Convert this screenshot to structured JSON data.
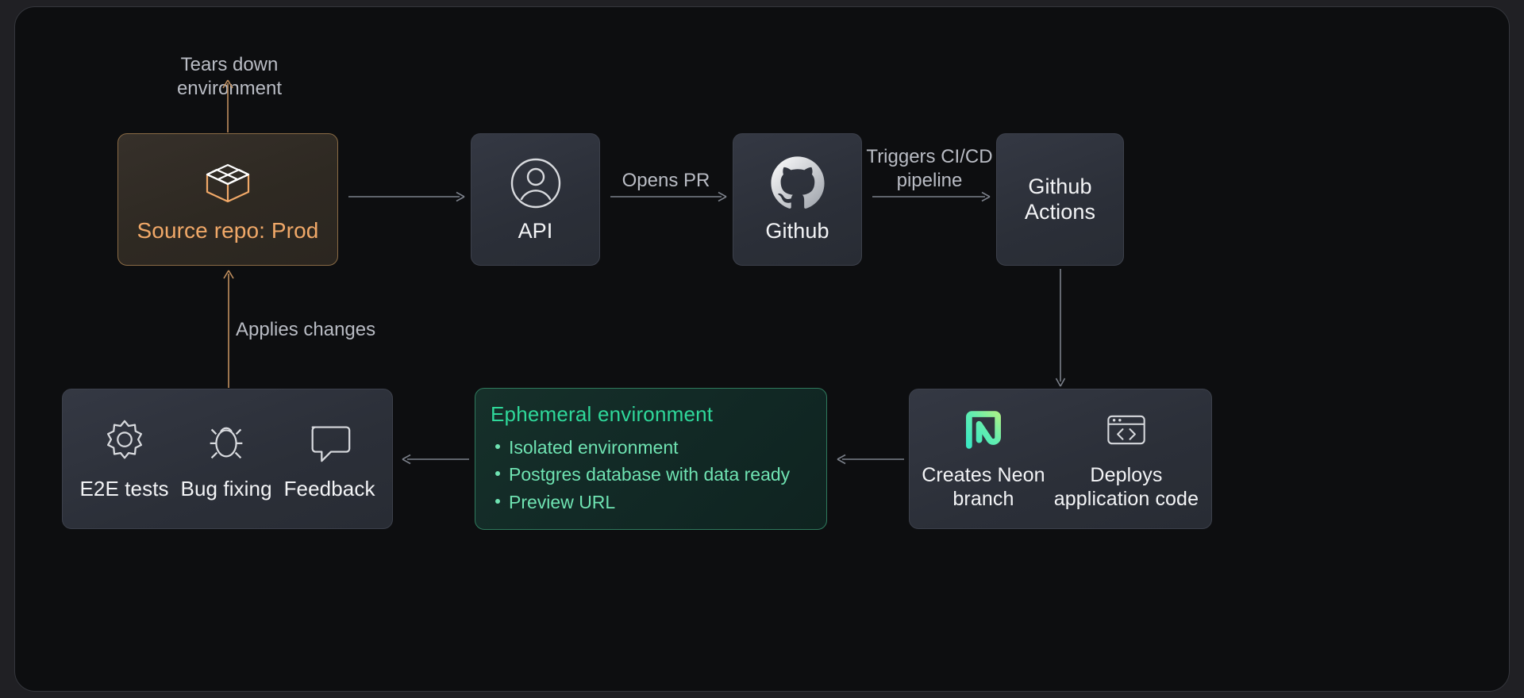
{
  "diagram": {
    "title": "Ephemeral environment CI/CD workflow",
    "colors": {
      "background": "#0d0e10",
      "frame_border": "#34363c",
      "card_bg": "#2e323b",
      "card_border": "#3c404b",
      "accent_orange": "#f0a868",
      "accent_orange_border": "#8a6b45",
      "accent_green": "#2fd89a",
      "accent_green_light": "#6fe3b2",
      "accent_green_border": "#2f7a5d",
      "text_primary": "#f3f4f6",
      "text_muted": "#b9bcc4",
      "arrow_gray": "#7b808a",
      "arrow_orange": "#c08f5e",
      "neon_gradient_from": "#3ce8c2",
      "neon_gradient_to": "#a7f08a"
    },
    "nodes": {
      "source_repo": {
        "label": "Source repo: Prod",
        "icon": "open-box-icon"
      },
      "api": {
        "label": "API",
        "icon": "user-circle-icon"
      },
      "github": {
        "label": "Github",
        "icon": "github-octocat-icon"
      },
      "github_actions": {
        "label": "Github\nActions",
        "icon": null
      },
      "tests": {
        "items": [
          {
            "label": "E2E tests",
            "icon": "gear-icon"
          },
          {
            "label": "Bug fixing",
            "icon": "bug-icon"
          },
          {
            "label": "Feedback",
            "icon": "speech-bubble-icon"
          }
        ]
      },
      "ephemeral": {
        "title": "Ephemeral environment",
        "bullets": [
          "Isolated environment",
          "Postgres database with data ready",
          "Preview URL"
        ]
      },
      "neon": {
        "items": [
          {
            "label": "Creates\nNeon branch",
            "icon": "neon-logo-icon"
          },
          {
            "label": "Deploys\napplication code",
            "icon": "browser-code-icon"
          }
        ]
      }
    },
    "connectors": {
      "tears_down": {
        "label": "Tears down environment",
        "color": "#c08f5e",
        "direction": "up"
      },
      "source_to_api": {
        "label": "",
        "color": "#7b808a",
        "direction": "right"
      },
      "api_to_github": {
        "label": "Opens PR",
        "color": "#7b808a",
        "direction": "right"
      },
      "github_to_actions": {
        "label": "Triggers CI/CD\npipeline",
        "color": "#7b808a",
        "direction": "right"
      },
      "actions_to_neon": {
        "label": "",
        "color": "#7b808a",
        "direction": "down"
      },
      "neon_to_ephemeral": {
        "label": "",
        "color": "#7b808a",
        "direction": "left"
      },
      "ephemeral_to_tests": {
        "label": "",
        "color": "#7b808a",
        "direction": "left"
      },
      "applies_changes": {
        "label": "Applies changes",
        "color": "#c08f5e",
        "direction": "up"
      }
    }
  }
}
